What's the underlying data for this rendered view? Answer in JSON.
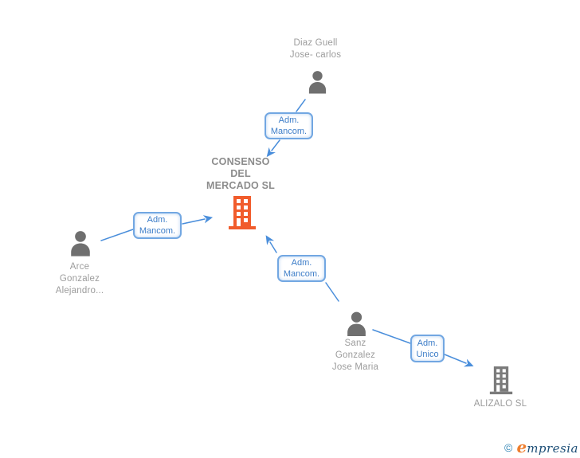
{
  "colors": {
    "edge-blue": "#4a8edb",
    "box-border": "#72a7e2",
    "box-text": "#3d7dc8",
    "label-gray": "#9c9c9c",
    "company-gray": "#8c8c8c",
    "person-gray": "#6f6f6f",
    "building-orange": "#f15c2c",
    "building-gray": "#7b7b7b",
    "logo-copy": "#2f84b5",
    "logo-e": "#ee7e2e",
    "logo-text": "#1d4f77"
  },
  "diagram": {
    "persons": [
      {
        "id": "diaz",
        "lines": [
          "Diaz Guell",
          "Jose- carlos"
        ]
      },
      {
        "id": "arce",
        "lines": [
          "Arce",
          "Gonzalez",
          "Alejandro..."
        ]
      },
      {
        "id": "sanz",
        "lines": [
          "Sanz",
          "Gonzalez",
          "Jose Maria"
        ]
      }
    ],
    "companies": [
      {
        "id": "consenso",
        "lines": [
          "CONSENSO",
          "DEL",
          "MERCADO SL"
        ]
      },
      {
        "id": "alizalo",
        "lines": [
          "ALIZALO SL"
        ]
      }
    ],
    "relations": [
      {
        "id": "rel-top",
        "lines": [
          "Adm.",
          "Mancom."
        ]
      },
      {
        "id": "rel-left",
        "lines": [
          "Adm.",
          "Mancom."
        ]
      },
      {
        "id": "rel-mid",
        "lines": [
          "Adm.",
          "Mancom."
        ]
      },
      {
        "id": "rel-right",
        "lines": [
          "Adm.",
          "Unico"
        ]
      }
    ]
  },
  "footer": {
    "copyright": "©",
    "brand_initial": "e",
    "brand_rest": "mpresia"
  }
}
